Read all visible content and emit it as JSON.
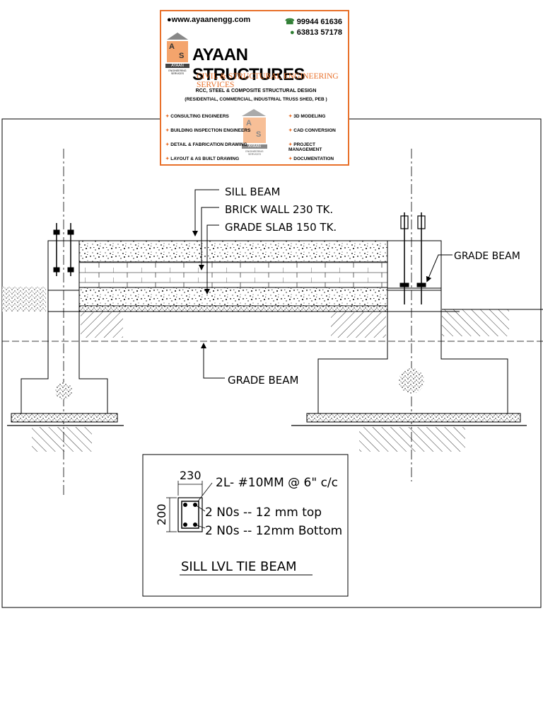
{
  "banner": {
    "website": "www.ayaanengg.com",
    "phone1": "99944 61636",
    "phone2": "63813 57178",
    "company": "AYAAN STRUCTURES",
    "tagline": "CIVIL & STRUCTURAL ENGINEERING SERVICES",
    "services_line1": "RCC, STEEL & COMPOSITE STRUCTURAL DESIGN",
    "services_line2": "(RESIDENTIAL, COMMERCIAL, INDUSTRIAL TRUSS SHED, PEB )",
    "logo_letters": [
      "A",
      "S"
    ],
    "logo_name": "AYAAN",
    "logo_sub": "ENGINEERING SERVICES",
    "left_services": [
      "CONSULTING ENGINEERS",
      "BUILDING INSPECTION ENGINEERS",
      "DETAIL & FABRICATION DRAWING",
      "LAYOUT & AS BUILT DRAWING"
    ],
    "right_services": [
      "3D MODELING",
      "CAD CONVERSION",
      "PROJECT MANAGEMENT",
      "DOCUMENTATION"
    ],
    "accent_color": "#e8702a",
    "logo_color": "#f4a46c"
  },
  "drawing": {
    "labels": {
      "sill_beam": "SILL BEAM",
      "brick_wall": "BRICK WALL 230 TK.",
      "grade_slab": "GRADE SLAB 150 TK.",
      "grade_beam_right": "GRADE BEAM",
      "grade_beam_center": "GRADE BEAM"
    },
    "detail": {
      "width_dim": "230",
      "height_dim": "200",
      "stirrups": "2L- #10MM @ 6\" c/c",
      "top_bars": "2 N0s -- 12 mm top",
      "bottom_bars": "2 N0s -- 12mm Bottom",
      "title": "SILL LVL TIE BEAM"
    }
  }
}
